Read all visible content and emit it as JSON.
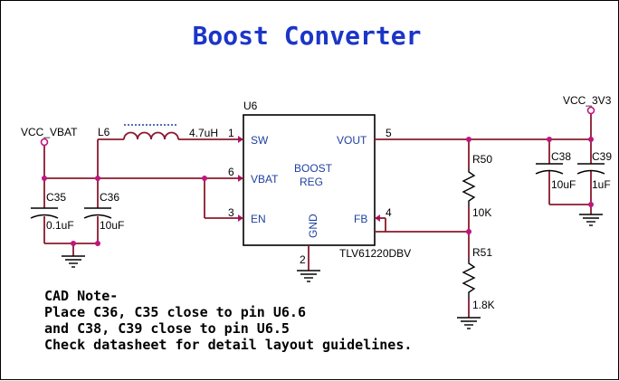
{
  "title": "Boost Converter",
  "ic": {
    "ref": "U6",
    "part": "TLV61220DBV",
    "body_line1": "BOOST",
    "body_line2": "REG",
    "pins": {
      "sw": {
        "num": "1",
        "name": "SW"
      },
      "vbat": {
        "num": "6",
        "name": "VBAT"
      },
      "en": {
        "num": "3",
        "name": "EN"
      },
      "gnd": {
        "num": "2",
        "name": "GND"
      },
      "fb": {
        "num": "4",
        "name": "FB"
      },
      "vout": {
        "num": "5",
        "name": "VOUT"
      }
    }
  },
  "nets": {
    "vin": "VCC_VBAT",
    "vout": "VCC_3V3"
  },
  "inductor": {
    "ref": "L6",
    "value": "4.7uH"
  },
  "capacitors": [
    {
      "ref": "C35",
      "value": "0.1uF"
    },
    {
      "ref": "C36",
      "value": "10uF"
    },
    {
      "ref": "C38",
      "value": "10uF"
    },
    {
      "ref": "C39",
      "value": "1uF"
    }
  ],
  "resistors": [
    {
      "ref": "R50",
      "value": "10K"
    },
    {
      "ref": "R51",
      "value": "1.8K"
    }
  ],
  "note": {
    "heading": "CAD Note-",
    "lines": [
      "Place C36, C35 close to pin U6.6",
      "and C38, C39 close to pin U6.5",
      "Check datasheet for detail layout guidelines."
    ]
  }
}
